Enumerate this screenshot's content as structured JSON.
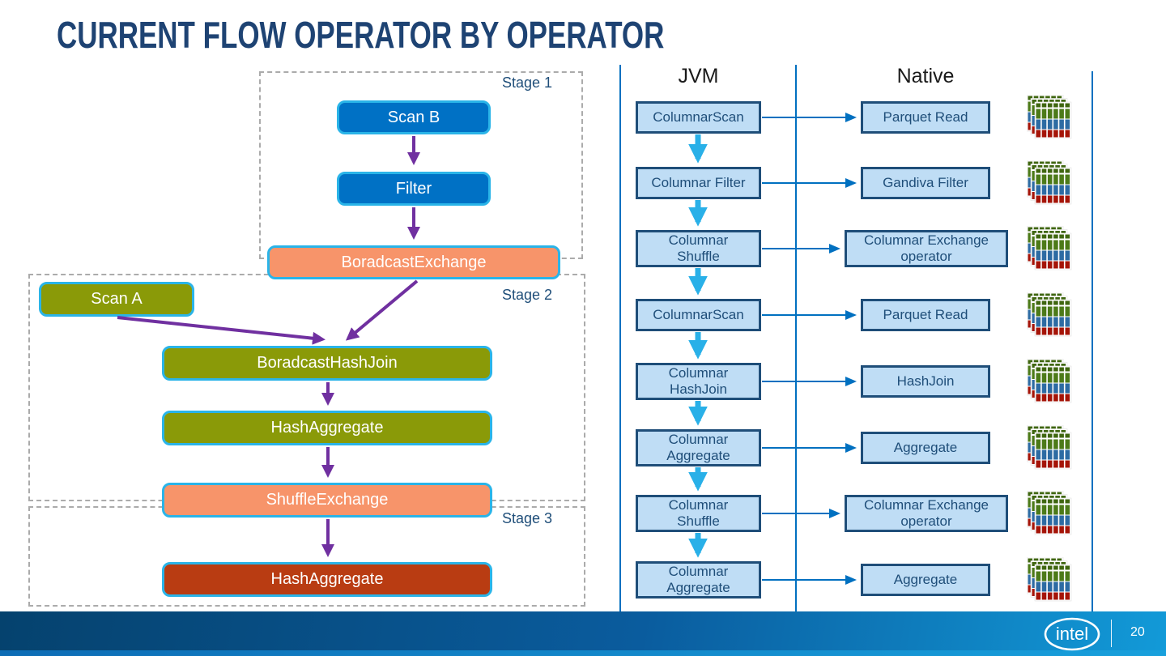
{
  "slide": {
    "title": "CURRENT FLOW OPERATOR BY OPERATOR",
    "page_number": "20",
    "brand": "intel"
  },
  "colors": {
    "title_navy": "#1e4373",
    "intel_blue_fill": "#0071c5",
    "cyan_box_border": "#2ab4e8",
    "salmon_fill": "#f7946a",
    "olive_fill": "#8a9a08",
    "dark_red_fill": "#b93c12",
    "purple_arrow": "#7030a0",
    "jvm_native_fill": "#bfddf5",
    "jvm_native_border": "#1f4e79",
    "blue_line": "#0070c0",
    "cyan_arrow": "#29b0e8",
    "footer_gradient_left": "#05426e",
    "footer_gradient_right": "#129ad8"
  },
  "flow": {
    "stages": [
      {
        "label": "Stage 1"
      },
      {
        "label": "Stage 2"
      },
      {
        "label": "Stage 3"
      }
    ],
    "nodes": {
      "scan_b": "Scan B",
      "filter": "Filter",
      "broadcast_exchange": "BoradcastExchange",
      "scan_a": "Scan A",
      "broadcast_hash_join": "BoradcastHashJoin",
      "hash_aggregate_stage2": "HashAggregate",
      "shuffle_exchange": "ShuffleExchange",
      "hash_aggregate_stage3": "HashAggregate"
    }
  },
  "mapping": {
    "jvm_header": "JVM",
    "native_header": "Native",
    "rows": [
      {
        "jvm": "ColumnarScan",
        "native": "Parquet Read",
        "icon": "columnar-batch-icon"
      },
      {
        "jvm": "Columnar Filter",
        "native": "Gandiva Filter",
        "icon": "columnar-batch-icon"
      },
      {
        "jvm": "Columnar\nShuffle",
        "native": "Columnar Exchange\noperator",
        "icon": "columnar-batch-icon"
      },
      {
        "jvm": "ColumnarScan",
        "native": "Parquet Read",
        "icon": "columnar-batch-icon"
      },
      {
        "jvm": "Columnar\nHashJoin",
        "native": "HashJoin",
        "icon": "columnar-batch-icon"
      },
      {
        "jvm": "Columnar\nAggregate",
        "native": "Aggregate",
        "icon": "columnar-batch-icon"
      },
      {
        "jvm": "Columnar\nShuffle",
        "native": "Columnar Exchange\noperator",
        "icon": "columnar-batch-icon"
      },
      {
        "jvm": "Columnar\nAggregate",
        "native": "Aggregate",
        "icon": "columnar-batch-icon"
      }
    ]
  }
}
